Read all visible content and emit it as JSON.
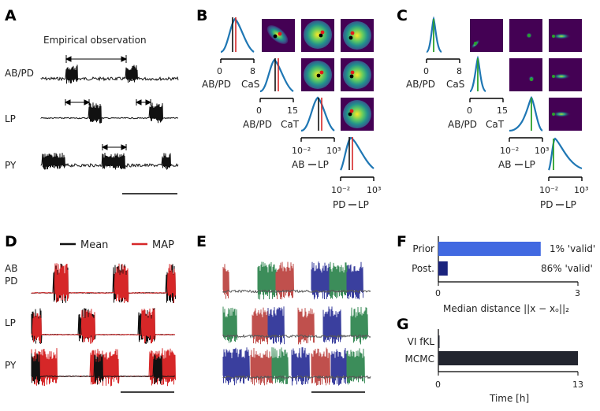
{
  "panels": {
    "A": {
      "letter": "A",
      "title": "Empirical observation",
      "traces": [
        "AB/PD",
        "LP",
        "PY"
      ]
    },
    "B": {
      "letter": "B",
      "marginals": [
        {
          "tick_lo": "0",
          "tick_hi": "8",
          "axis_left": "AB/PD",
          "axis_right": "CaS"
        },
        {
          "tick_lo": "0",
          "tick_hi": "15",
          "axis_left": "AB/PD",
          "axis_right": "CaT"
        },
        {
          "tick_lo": "10⁻²",
          "tick_hi": "10³",
          "axis_left": "AB",
          "axis_right": "LP"
        },
        {
          "tick_lo": "10⁻²",
          "tick_hi": "10³",
          "axis_left": "PD",
          "axis_right": "LP"
        }
      ]
    },
    "C": {
      "letter": "C",
      "marginals": [
        {
          "tick_lo": "0",
          "tick_hi": "8",
          "axis_left": "AB/PD",
          "axis_right": "CaS"
        },
        {
          "tick_lo": "0",
          "tick_hi": "15",
          "axis_left": "AB/PD",
          "axis_right": "CaT"
        },
        {
          "tick_lo": "10⁻²",
          "tick_hi": "10³",
          "axis_left": "AB",
          "axis_right": "LP"
        },
        {
          "tick_lo": "10⁻²",
          "tick_hi": "10³",
          "axis_left": "PD",
          "axis_right": "LP"
        }
      ]
    },
    "D": {
      "letter": "D",
      "legend": [
        {
          "label": "Mean",
          "color": "#111111"
        },
        {
          "label": "MAP",
          "color": "#d62728"
        }
      ],
      "traces": [
        "AB",
        "PD",
        "LP",
        "PY"
      ]
    },
    "E": {
      "letter": "E",
      "colors": [
        "#c0504d",
        "#3c8d5a",
        "#3a3f9e"
      ]
    },
    "F": {
      "letter": "F",
      "bar_labels": [
        "Prior",
        "Post."
      ],
      "annotations": [
        "1% 'valid'",
        "86% 'valid'"
      ],
      "xlabel": "Median distance ||x − xₒ||₂",
      "ticks": [
        "0",
        "3"
      ]
    },
    "G": {
      "letter": "G",
      "bar_labels": [
        "VI fKL",
        "MCMC"
      ],
      "xlabel": "Time [h]",
      "ticks": [
        "0",
        "13"
      ]
    }
  },
  "chart_data": [
    {
      "type": "bar",
      "orientation": "horizontal",
      "categories": [
        "Prior",
        "Post."
      ],
      "values": [
        2.2,
        0.2
      ],
      "xlim": [
        0,
        3
      ],
      "xlabel": "Median distance ||x − xₒ||₂",
      "colors": [
        "#4169e1",
        "#1a237e"
      ],
      "annotations": [
        "1% 'valid'",
        "86% 'valid'"
      ]
    },
    {
      "type": "bar",
      "orientation": "horizontal",
      "categories": [
        "VI fKL",
        "MCMC"
      ],
      "values": [
        0.1,
        13
      ],
      "xlim": [
        0,
        13
      ],
      "xlabel": "Time [h]",
      "colors": [
        "#22252f",
        "#22252f"
      ]
    }
  ]
}
